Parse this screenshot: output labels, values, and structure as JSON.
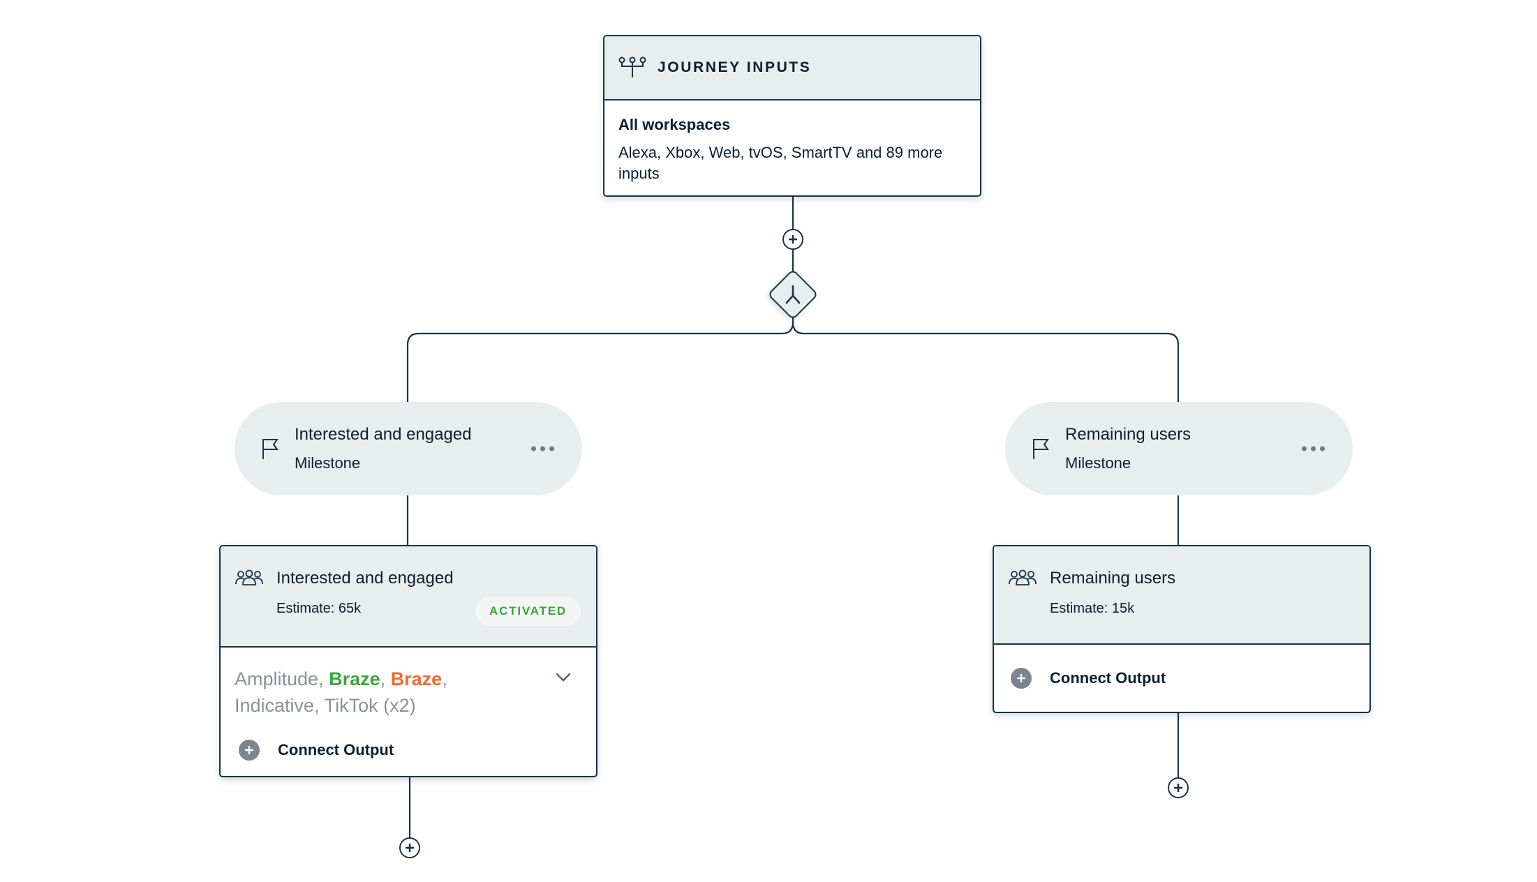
{
  "inputs": {
    "title": "JOURNEY INPUTS",
    "subtitle": "All workspaces",
    "description": "Alexa, Xbox, Web, tvOS, SmartTV and 89 more inputs",
    "icon": "inputs-icon"
  },
  "split": {
    "icon": "split-icon"
  },
  "branches": [
    {
      "milestone": {
        "title": "Interested and engaged",
        "subtitle": "Milestone",
        "icon": "flag-icon"
      },
      "audience": {
        "title": "Interested and engaged",
        "estimate": "Estimate: 65k",
        "status": "ACTIVATED",
        "destinations": [
          {
            "name": "Amplitude",
            "state": "default"
          },
          {
            "name": "Braze",
            "state": "success"
          },
          {
            "name": "Braze",
            "state": "error"
          },
          {
            "name": "Indicative",
            "state": "default"
          },
          {
            "name": "TikTok (x2)",
            "state": "default"
          }
        ],
        "connect_label": "Connect Output"
      }
    },
    {
      "milestone": {
        "title": "Remaining users",
        "subtitle": "Milestone",
        "icon": "flag-icon"
      },
      "audience": {
        "title": "Remaining users",
        "estimate": "Estimate: 15k",
        "connect_label": "Connect Output"
      }
    }
  ],
  "colors": {
    "border": "#1d3341",
    "header_bg": "#e8edee",
    "success": "#3aa43f",
    "error": "#ee6a33",
    "muted": "#8a9297"
  }
}
